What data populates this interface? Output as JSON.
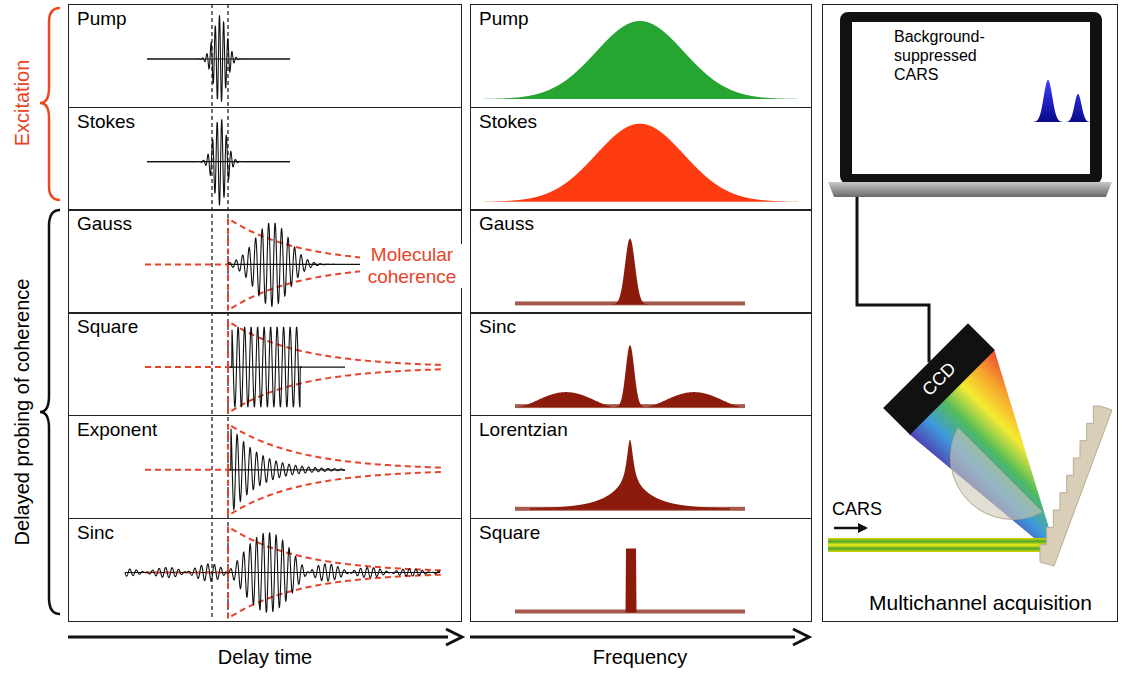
{
  "diagram": {
    "nodes": [
      {
        "text": [
          "Pump"
        ]
      },
      {
        "text": [
          "Stokes"
        ]
      },
      {
        "text": [
          "Gauss"
        ]
      },
      {
        "text": [
          "Square"
        ]
      },
      {
        "text": [
          "Exponent"
        ]
      },
      {
        "text": [
          "Sinc"
        ]
      },
      {
        "text": [
          "Pump"
        ]
      },
      {
        "text": [
          "Stokes"
        ]
      },
      {
        "text": [
          "Gauss"
        ]
      },
      {
        "text": [
          "Sinc"
        ]
      },
      {
        "text": [
          "Lorentzian"
        ]
      },
      {
        "text": [
          "Square"
        ]
      },
      {
        "text": [
          "Multichannel acquisition"
        ]
      },
      {
        "text": [
          "Background-suppressed CARS"
        ],
        "in": 12
      },
      {
        "text": [
          "CCD"
        ],
        "in": 12
      }
    ],
    "edges": [
      {
        "from": 13,
        "to": 14,
        "arrow": "none"
      }
    ],
    "labels": [
      "Excitation",
      "Delayed probing of coherence",
      "Molecular coherence",
      "Delay time",
      "Frequency",
      "CARS"
    ]
  }
}
